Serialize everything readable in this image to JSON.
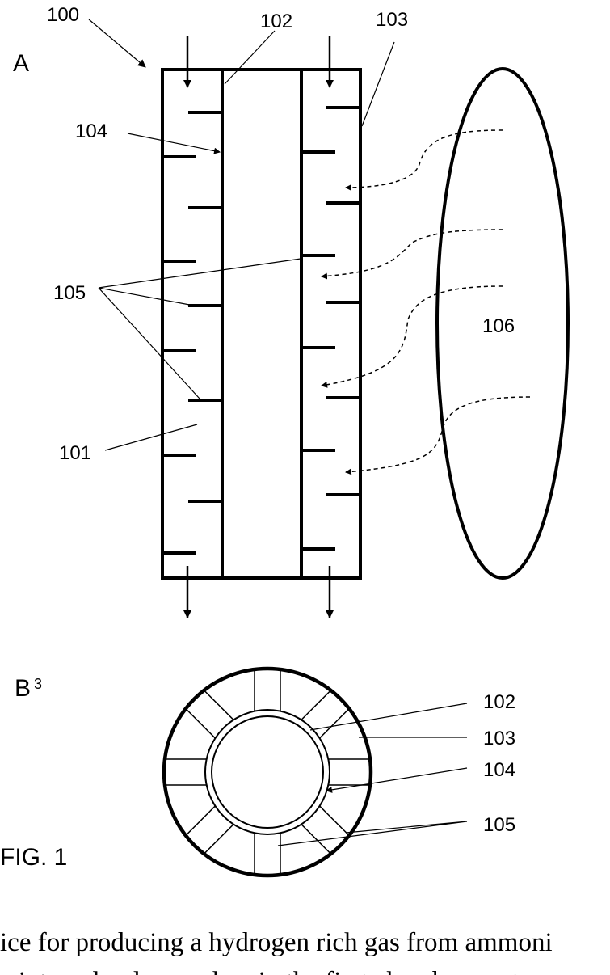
{
  "figure": {
    "caption": "FIG. 1",
    "panel_a_label": "A",
    "panel_b_label": "B",
    "panel_b_stray_mark": "3"
  },
  "labels": {
    "l100": "100",
    "l101": "101",
    "l102": "102",
    "l103": "103",
    "l104": "104",
    "l105": "105",
    "l106": "106"
  },
  "text_lines": {
    "line1": "ice for producing a hydrogen rich gas from ammoni",
    "line2": "e internal volume wherein the first chamber conta"
  }
}
